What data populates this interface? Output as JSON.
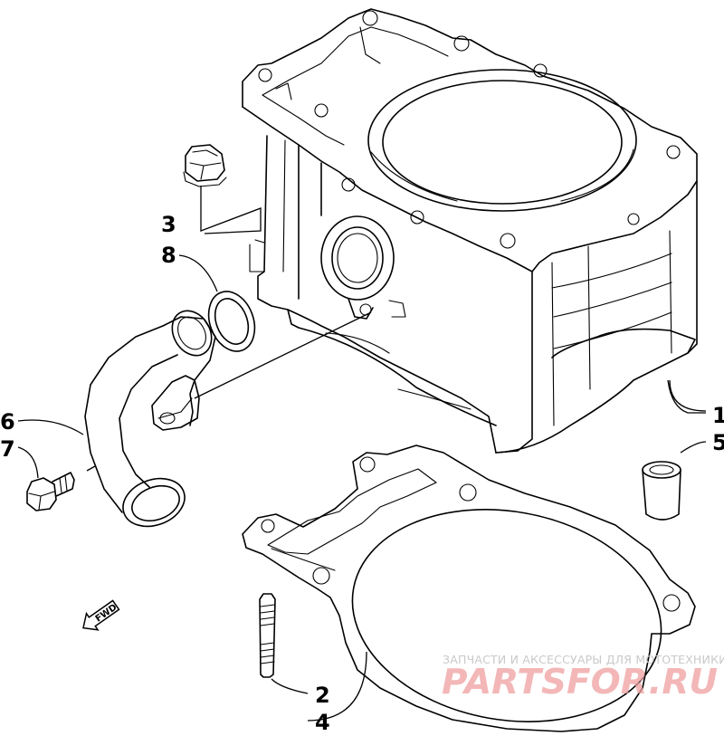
{
  "diagram": {
    "callouts": [
      "1",
      "2",
      "3",
      "4",
      "5",
      "6",
      "7",
      "8"
    ],
    "direction_arrow_label": "FWD"
  },
  "watermark": {
    "tagline": "ЗАПЧАСТИ И АКСЕССУАРЫ ДЛЯ МОТОТЕХНИКИ",
    "logo": "PARTSFOR.RU"
  }
}
